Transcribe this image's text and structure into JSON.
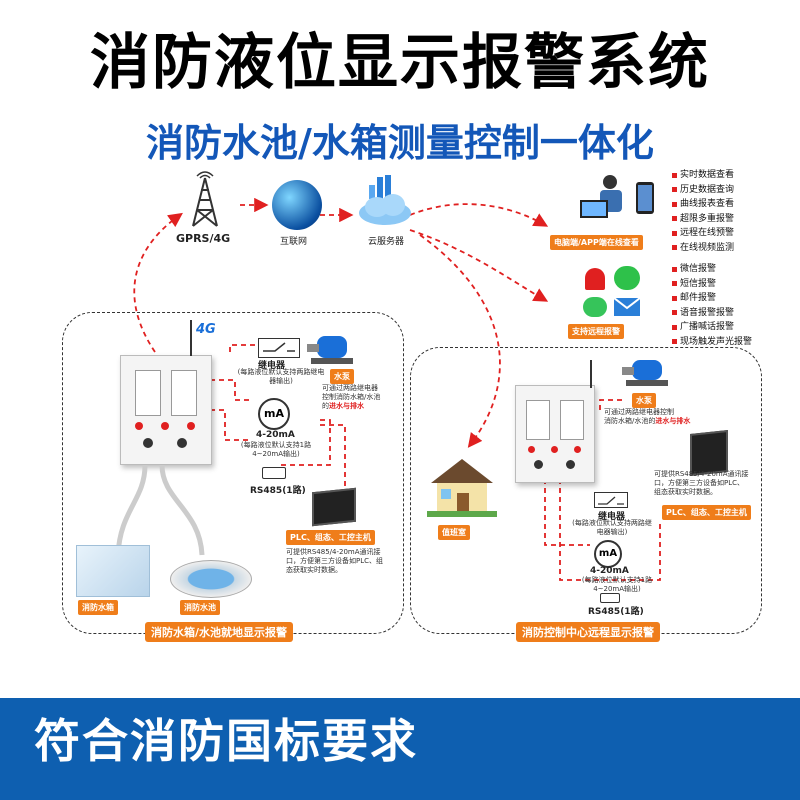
{
  "header": {
    "title": "消防液位显示报警系统",
    "subtitle": "消防水池/水箱测量控制一体化"
  },
  "network": {
    "gprs_label": "GPRS/4G",
    "internet_label": "互联网",
    "cloud_label": "云服务器"
  },
  "monitor": {
    "label": "电脑端/APP端在线查看",
    "features": [
      "实时数据查看",
      "历史数据查询",
      "曲线报表查看",
      "超限多重报警",
      "远程在线预警",
      "在线视频监测"
    ]
  },
  "alarm": {
    "label": "支持远程报警",
    "features": [
      "微信报警",
      "短信报警",
      "邮件报警",
      "语音报警报警",
      "广播喊话报警",
      "现场触发声光报警"
    ]
  },
  "left_panel": {
    "badge_4g": "4G",
    "relay_title": "继电器",
    "relay_desc": "(每路液位默认支持两路继电器输出)",
    "pump_label": "水泵",
    "pump_desc_1": "可通过两路继电器",
    "pump_desc_2": "控制消防水箱/水池",
    "pump_desc_3": "的",
    "pump_desc_red": "进水与排水",
    "ma_symbol": "mA",
    "current_title": "4-20mA",
    "current_desc": "(每路液位默认支持1路4~20mA输出)",
    "rs485": "RS485(1路)",
    "plc_label": "PLC、组态、工控主机",
    "plc_desc": "可提供RS485/4-20mA通讯接口，方便第三方设备如PLC、组态获取实时数据。",
    "tank_label": "消防水箱",
    "pool_label": "消防水池",
    "bottom_label": "消防水箱/水池就地显示报警"
  },
  "right_panel": {
    "pump_label": "水泵",
    "pump_desc_1": "可通过两路继电器控制",
    "pump_desc_2": "消防水箱/水池的",
    "pump_desc_red": "进水与排水",
    "plc_desc": "可提供RS485/4-20mA通讯接口，方便第三方设备如PLC、组态获取实时数据。",
    "plc_label": "PLC、组态、工控主机",
    "duty_label": "值班室",
    "relay_title": "继电器",
    "relay_desc": "(每路液位默认支持两路继电器输出)",
    "ma_symbol": "mA",
    "current_title": "4-20mA",
    "current_desc": "(每路液位默认支持1路4~20mA输出)",
    "rs485": "RS485(1路)",
    "bottom_label": "消防控制中心远程显示报警"
  },
  "footer": {
    "text": "符合消防国标要求"
  },
  "colors": {
    "blue_title": "#1357b8",
    "orange": "#ef7d1a",
    "red": "#e02020",
    "footer_bg": "#0e5fb0"
  }
}
